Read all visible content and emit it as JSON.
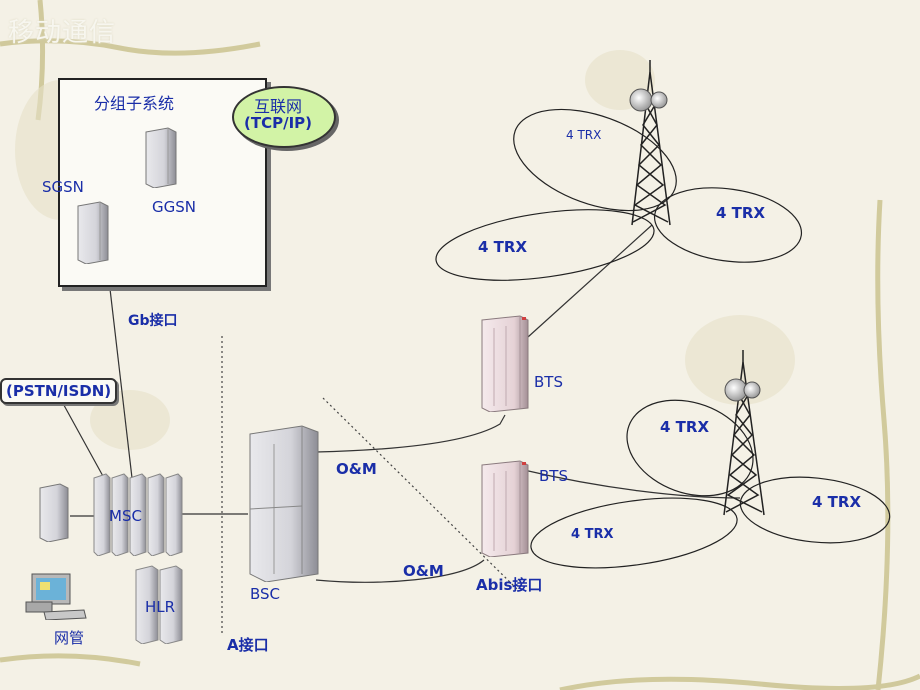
{
  "slide_title": "移动通信",
  "packet_subsystem": {
    "box_title": "分组子系统",
    "internet_line1": "互联网",
    "internet_line2": "(TCP/IP)",
    "sgsn": "SGSN",
    "ggsn": "GGSN"
  },
  "interfaces": {
    "gb": "Gb接口",
    "a": "A接口",
    "abis": "Abis接口"
  },
  "pstn": "(PSTN/ISDN)",
  "core": {
    "msc": "MSC",
    "hlr": "HLR",
    "nms": "网管"
  },
  "bsc": "BSC",
  "om_upper": "O&M",
  "om_lower": "O&M",
  "bts_upper": "BTS",
  "bts_lower": "BTS",
  "trx": {
    "upper_top": "4 TRX",
    "upper_right": "4 TRX",
    "upper_left": "4 TRX",
    "lower_top": "4 TRX",
    "lower_right": "4 TRX",
    "lower_left": "4 TRX"
  },
  "colors": {
    "label_blue": "#1a2ea8",
    "cloud_green": "#d2f3a6",
    "background": "#f4f1e6",
    "vine_green": "#b8b06a"
  }
}
